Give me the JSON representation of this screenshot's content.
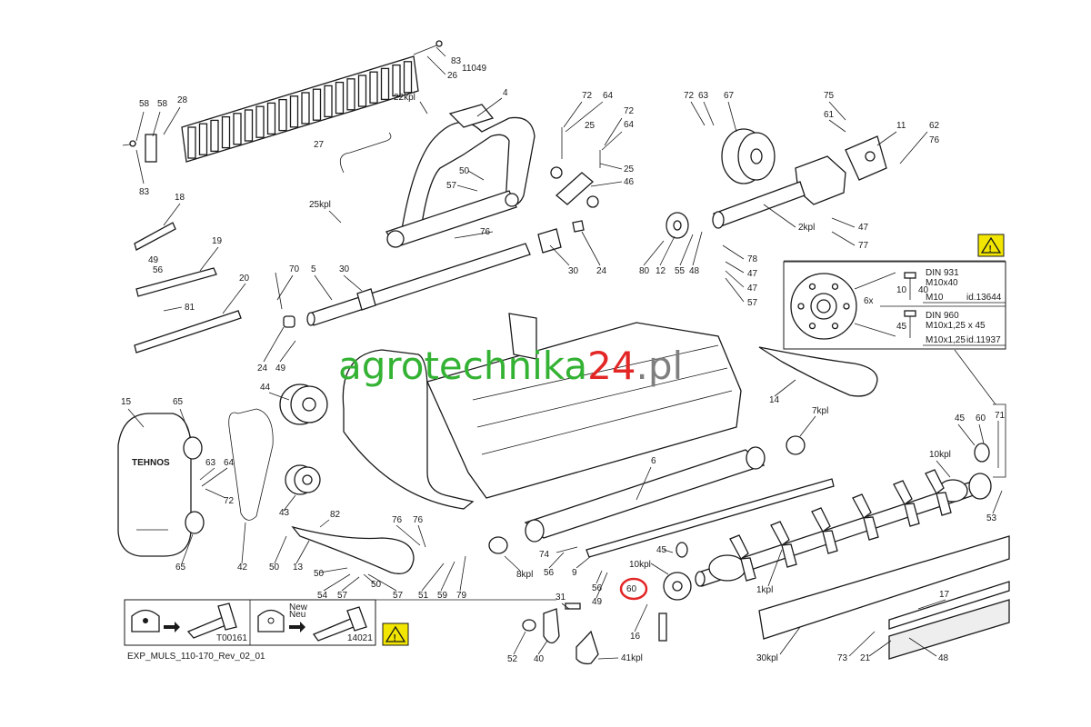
{
  "watermark": {
    "left": "agrotechnika",
    "mid": "24",
    "right": ".pl",
    "color_main": "#33b233",
    "color_mid": "#e32626",
    "color_right": "#7f7f7f"
  },
  "doc_code": "EXP_MULS_110-170_Rev_02_01",
  "callouts": {
    "c_83a": "83",
    "c_11049": "11049",
    "c_26": "26",
    "c_83b": "83",
    "c_58a": "58",
    "c_58b": "58",
    "c_28": "28",
    "c_4": "4",
    "c_22kpl": "22kpl",
    "c_72a": "72",
    "c_64a": "64",
    "c_25a": "25",
    "c_72b": "72",
    "c_64b": "64",
    "c_25b": "25",
    "c_46": "46",
    "c_72c": "72",
    "c_63": "63",
    "c_67": "67",
    "c_75": "75",
    "c_61": "61",
    "c_11": "11",
    "c_62": "62",
    "c_76a": "76",
    "c_27": "27",
    "c_50a": "50",
    "c_57a": "57",
    "c_25kpl": "25kpl",
    "c_76b": "76",
    "c_18": "18",
    "c_19": "19",
    "c_49a": "49",
    "c_56a": "56",
    "c_20": "20",
    "c_81": "81",
    "c_70": "70",
    "c_5": "5",
    "c_30a": "30",
    "c_30b": "30",
    "c_24a": "24",
    "c_80": "80",
    "c_12": "12",
    "c_55": "55",
    "c_48a": "48",
    "c_2kpl": "2kpl",
    "c_47a": "47",
    "c_77": "77",
    "c_78": "78",
    "c_47b": "47",
    "c_47c": "47",
    "c_57b": "57",
    "c_24b": "24",
    "c_49b": "49",
    "c_44": "44",
    "c_15": "15",
    "c_65a": "65",
    "c_63b": "63",
    "c_64c": "64",
    "c_72d": "72",
    "c_65b": "65",
    "c_43": "43",
    "c_42": "42",
    "c_14": "14",
    "c_7kpl": "7kpl",
    "c_45a": "45",
    "c_60a": "60",
    "c_71": "71",
    "c_10kpla": "10kpl",
    "c_6": "6",
    "c_53": "53",
    "c_82": "82",
    "c_76c": "76",
    "c_76d": "76",
    "c_13": "13",
    "c_50b": "50",
    "c_50c": "50",
    "c_54": "54",
    "c_57c": "57",
    "c_50d": "50",
    "c_57d": "57",
    "c_51": "51",
    "c_59": "59",
    "c_79": "79",
    "c_8kpl": "8kpl",
    "c_74": "74",
    "c_56b": "56",
    "c_9": "9",
    "c_10kplb": "10kpl",
    "c_45b": "45",
    "c_56c": "56",
    "c_49c": "49",
    "c_60b": "60",
    "c_1kpl": "1kpl",
    "c_17": "17",
    "c_31": "31",
    "c_16": "16",
    "c_52": "52",
    "c_40": "40",
    "c_41kpl": "41kpl",
    "c_30kpl": "30kpl",
    "c_73": "73",
    "c_21": "21",
    "c_48b": "48"
  },
  "spec_box": {
    "qty": "6x",
    "bolt1": {
      "norm": "DIN 931",
      "size": "M10x40",
      "thread": "M10",
      "id": "id.13644",
      "len_a": "10",
      "len_b": "40"
    },
    "bolt2": {
      "norm": "DIN 960",
      "size": "M10x1,25 x 45",
      "thread": "M10x1,25",
      "id": "id.11937",
      "len": "45"
    }
  },
  "legend_box": {
    "old_code": "T00161",
    "new_label": "New\nNeu",
    "new_code": "14021"
  },
  "cover_brand": "TEHNOS",
  "highlight": {
    "part": "60",
    "color": "#e32626"
  },
  "colors": {
    "ink": "#1a1a1a",
    "warning": "#f2e600",
    "background": "#ffffff"
  },
  "icons": [
    "warning-icon",
    "warning-icon",
    "arrow-right-icon"
  ]
}
